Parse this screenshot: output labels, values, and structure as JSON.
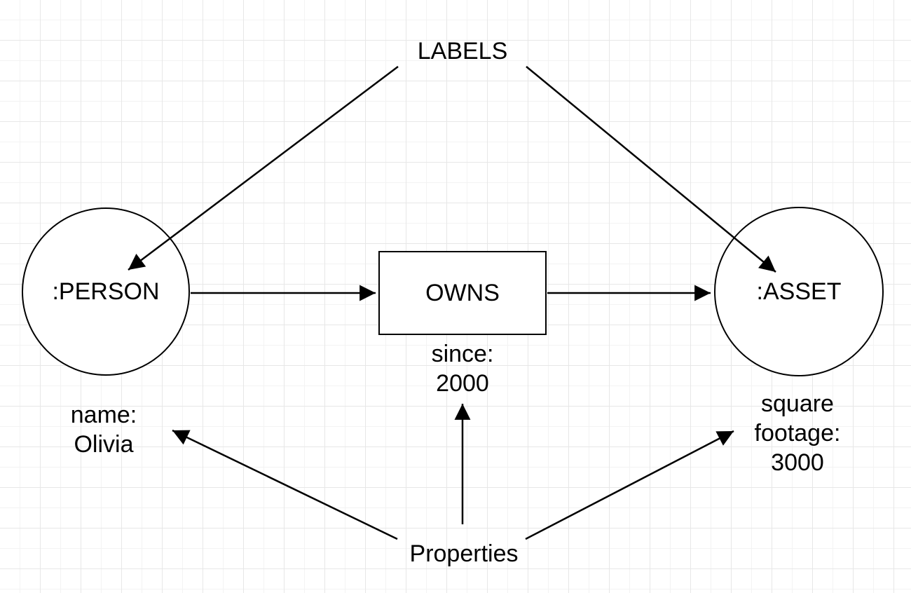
{
  "diagram": {
    "title_labels": "LABELS",
    "title_properties": "Properties",
    "nodes": [
      {
        "id": "person",
        "shape": "circle",
        "label": ":PERSON"
      },
      {
        "id": "owns",
        "shape": "rectangle",
        "label": "OWNS"
      },
      {
        "id": "asset",
        "shape": "circle",
        "label": ":ASSET"
      }
    ],
    "property_labels": {
      "person": {
        "lines": [
          "name:",
          "Olivia"
        ]
      },
      "owns": {
        "lines": [
          "since:",
          "2000"
        ]
      },
      "asset": {
        "lines": [
          "square",
          "footage:",
          "3000"
        ]
      }
    },
    "connectors": [
      {
        "id": "labels-to-person",
        "from": "LABELS",
        "to": ":PERSON node"
      },
      {
        "id": "labels-to-asset",
        "from": "LABELS",
        "to": ":ASSET node"
      },
      {
        "id": "person-to-owns",
        "from": ":PERSON",
        "to": "OWNS"
      },
      {
        "id": "owns-to-asset",
        "from": "OWNS",
        "to": ":ASSET"
      },
      {
        "id": "properties-to-since",
        "from": "Properties",
        "to": "since: 2000"
      },
      {
        "id": "properties-to-name",
        "from": "Properties",
        "to": "name: Olivia"
      },
      {
        "id": "properties-to-sqft",
        "from": "Properties",
        "to": "square footage: 3000"
      }
    ],
    "colors": {
      "background": "#ffffff",
      "grid_minor": "#f3f3f3",
      "grid_major": "#e7e7e7",
      "stroke": "#000000",
      "text": "#000000",
      "shape_fill": "#ffffff"
    }
  }
}
